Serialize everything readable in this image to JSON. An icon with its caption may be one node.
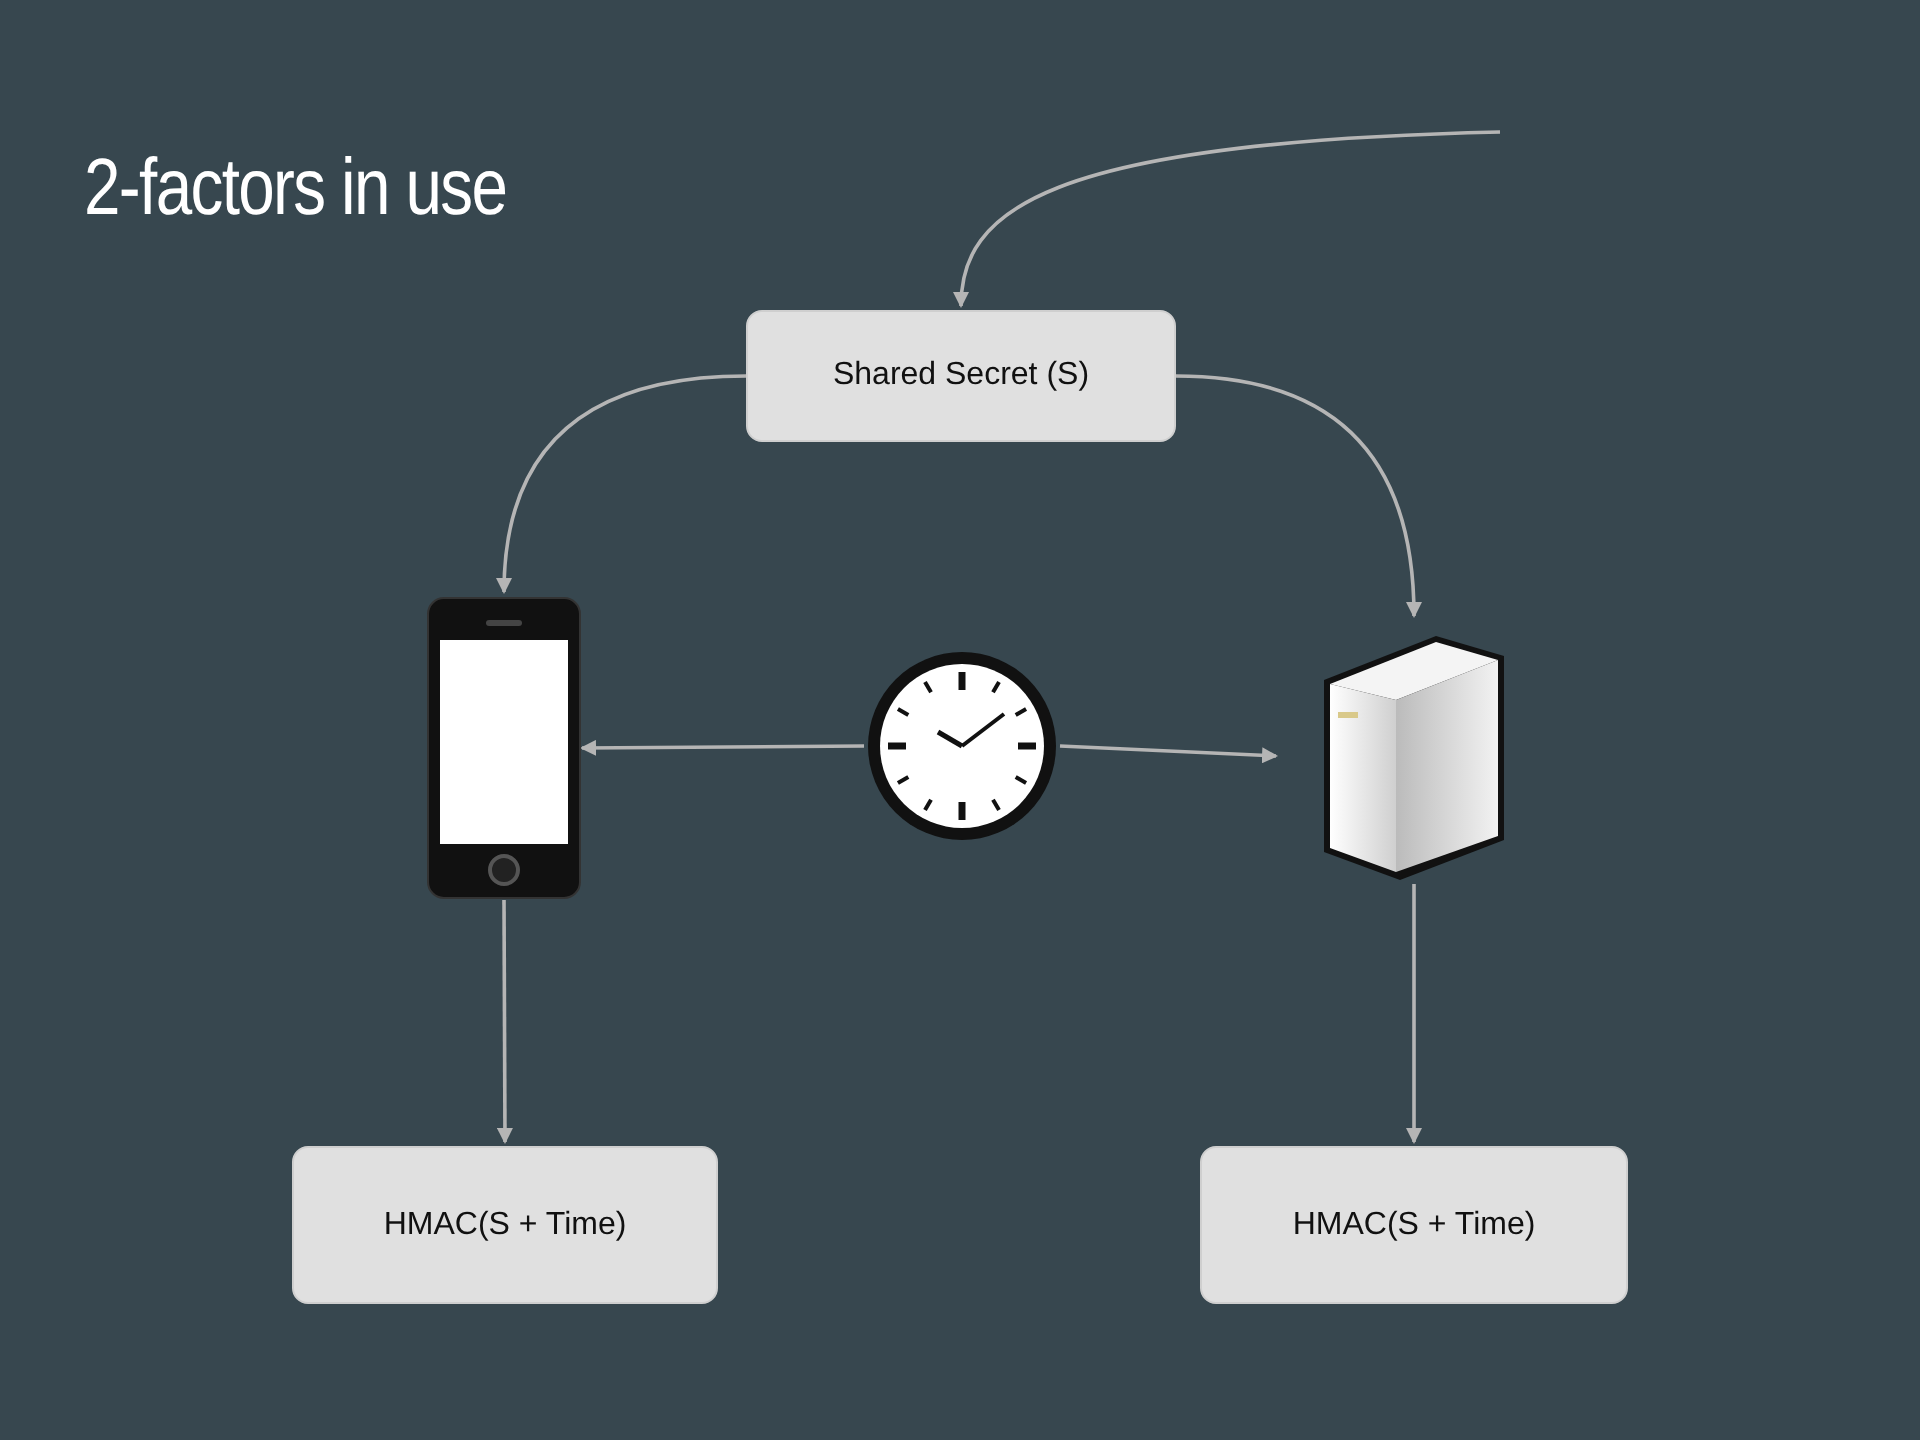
{
  "diagram": {
    "title": "2-factors in use",
    "nodes": [
      {
        "text": [
          "Shared Secret (S)"
        ]
      },
      {
        "text": [],
        "shape": "picture"
      },
      {
        "text": [],
        "shape": "picture"
      },
      {
        "text": [],
        "shape": "picture"
      },
      {
        "text": [
          "HMAC(S + Time)"
        ]
      },
      {
        "text": [
          "HMAC(S + Time)"
        ]
      }
    ],
    "edges": [
      {
        "from": null,
        "to": 0,
        "arrow": "to"
      },
      {
        "from": 0,
        "to": 1,
        "arrow": "to"
      },
      {
        "from": 0,
        "to": 3,
        "arrow": "to"
      },
      {
        "from": 2,
        "to": 1,
        "arrow": "to"
      },
      {
        "from": 2,
        "to": 3,
        "arrow": "to"
      },
      {
        "from": 1,
        "to": 4,
        "arrow": "to"
      },
      {
        "from": 3,
        "to": 5,
        "arrow": "to"
      }
    ]
  }
}
